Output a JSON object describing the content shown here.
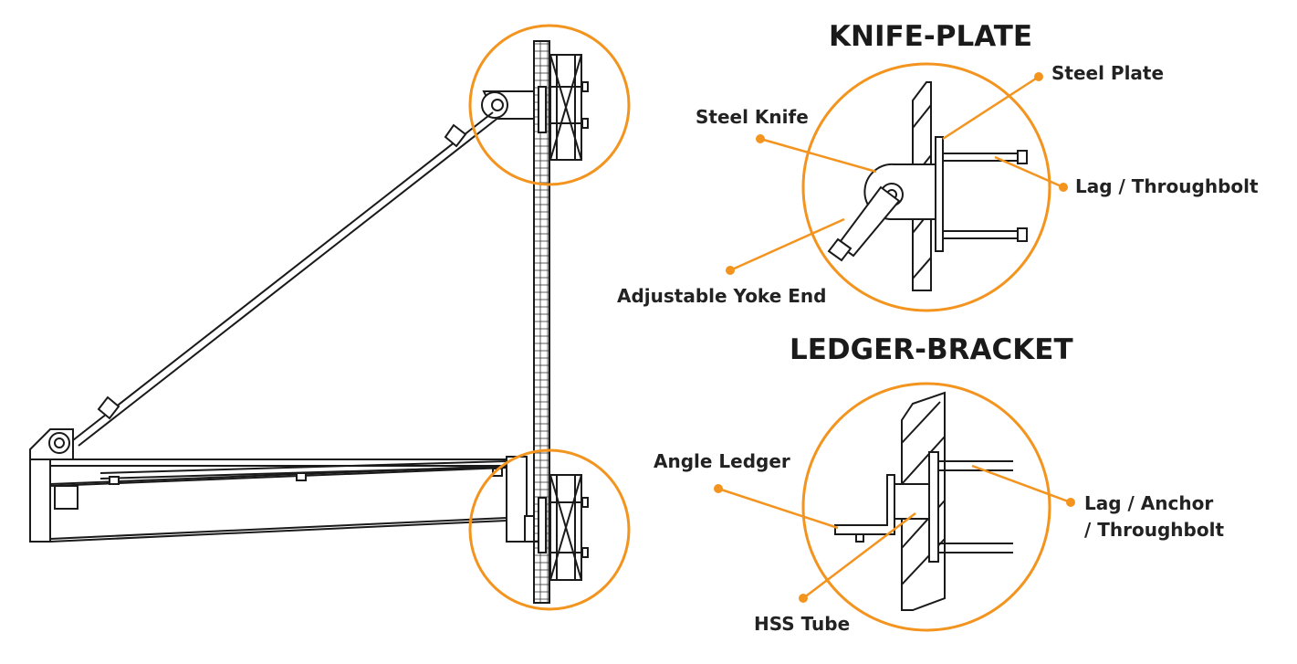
{
  "colors": {
    "accent": "#f3941f",
    "line": "#1a1a1a",
    "background": "#ffffff"
  },
  "sections": {
    "knife_plate": {
      "title": "KNIFE-PLATE",
      "labels": {
        "steel_plate": "Steel Plate",
        "steel_knife": "Steel Knife",
        "lag_throughbolt": "Lag / Throughbolt",
        "adjustable_yoke_end": "Adjustable Yoke End"
      }
    },
    "ledger_bracket": {
      "title": "LEDGER-BRACKET",
      "labels": {
        "angle_ledger": "Angle Ledger",
        "lag_anchor_line1": "Lag / Anchor",
        "lag_anchor_line2": "/ Throughbolt",
        "hss_tube": "HSS Tube"
      }
    }
  }
}
